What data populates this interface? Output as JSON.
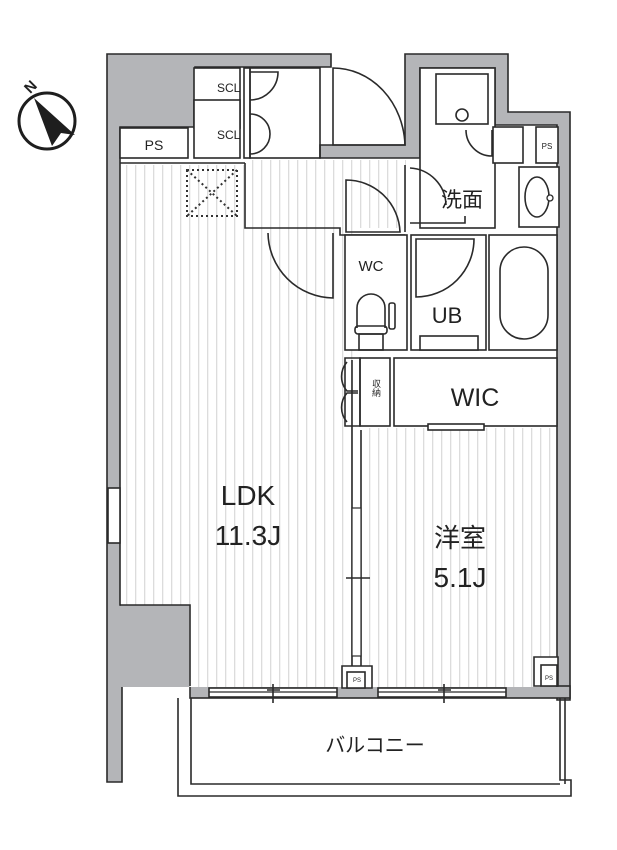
{
  "compass": {
    "label": "N",
    "icon": "north-arrow-icon"
  },
  "rooms": {
    "ldk": {
      "name": "LDK",
      "size": "11.3J"
    },
    "western_room": {
      "name": "洋室",
      "size": "5.1J"
    },
    "wic": {
      "name": "WIC"
    },
    "ub": {
      "name": "UB"
    },
    "wc": {
      "name": "WC"
    },
    "washroom": {
      "name": "洗面"
    },
    "storage": {
      "name": "収納"
    },
    "balcony": {
      "name": "バルコニー"
    },
    "scl_upper": {
      "name": "SCL"
    },
    "scl_lower": {
      "name": "SCL"
    },
    "ps_entry": {
      "name": "PS"
    },
    "ps_wash": {
      "name": "PS"
    },
    "ps_ldk": {
      "name": "PS"
    },
    "ps_room": {
      "name": "PS"
    }
  },
  "colors": {
    "wall": "#b4b5b8",
    "line": "#2a2a2a",
    "floor_stripe": "#e4e4e4",
    "background": "#ffffff"
  }
}
